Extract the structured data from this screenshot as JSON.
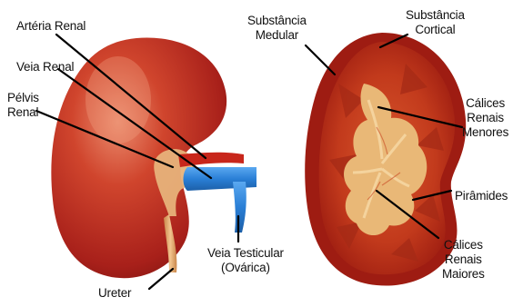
{
  "labels": {
    "arteria_renal": "Artéria Renal",
    "veia_renal": "Veia Renal",
    "pelvis_line1": "Pélvis",
    "pelvis_line2": "Renal",
    "ureter": "Ureter",
    "veia_testicular_line1": "Veia Testicular",
    "veia_testicular_line2": "(Ovárica)",
    "medular_line1": "Substância",
    "medular_line2": "Medular",
    "cortical_line1": "Substância",
    "cortical_line2": "Cortical",
    "calices_menores_line1": "Cálices",
    "calices_menores_line2": "Renais",
    "calices_menores_line3": "Menores",
    "piramides": "Pirâmides",
    "calices_maiores_line1": "Cálices",
    "calices_maiores_line2": "Renais",
    "calices_maiores_line3": "Maiores"
  },
  "colors": {
    "kidney_outer": "#b8241a",
    "kidney_highlight": "#e2735a",
    "kidney_inner": "#c9411f",
    "cortex": "#a91d12",
    "pelvis_tissue": "#e8b878",
    "vein_blue": "#2a7fd6",
    "artery_red": "#c8261b",
    "ureter": "#e3a86a",
    "leader_line": "#000000"
  }
}
